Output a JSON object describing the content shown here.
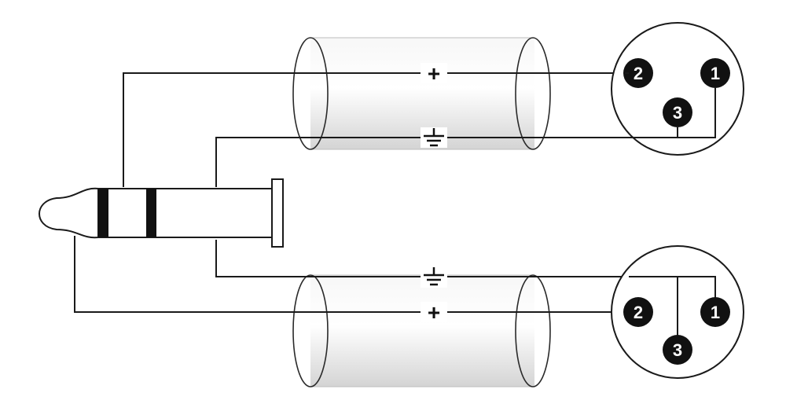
{
  "upper_connector": {
    "pins": [
      {
        "label": "2"
      },
      {
        "label": "1"
      },
      {
        "label": "3"
      }
    ]
  },
  "lower_connector": {
    "pins": [
      {
        "label": "2"
      },
      {
        "label": "1"
      },
      {
        "label": "3"
      }
    ]
  },
  "signal_symbol": "+",
  "ground_symbol": "ground-icon",
  "colors": {
    "wire": "#1a1a1a",
    "cable_fill": "#e2e2e2",
    "pin": "#111111"
  }
}
